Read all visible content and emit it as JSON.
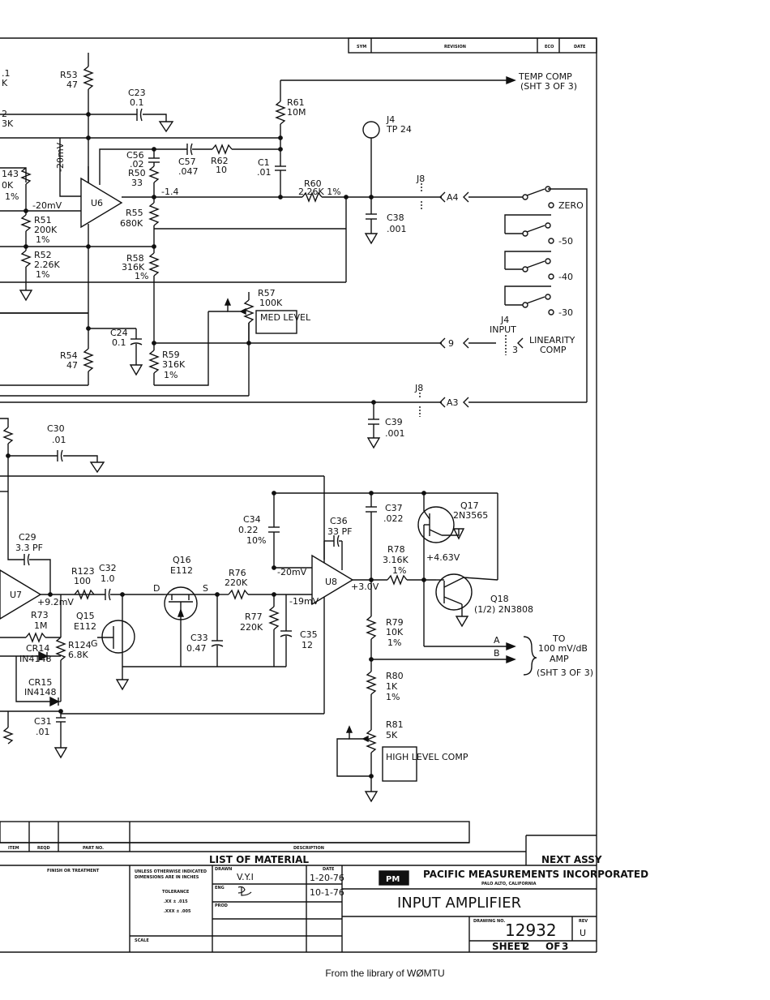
{
  "revision_block": {
    "col_sym": "SYM",
    "col_revision": "REVISION",
    "col_eco": "ECO",
    "col_date": "DATE"
  },
  "components": {
    "r53": {
      "ref": "R53",
      "value": "47"
    },
    "c23": {
      "ref": "C23",
      "value": "0.1"
    },
    "r61": {
      "ref": "R61",
      "value": "10M"
    },
    "j4_tp": {
      "ref": "J4",
      "value": "TP 24"
    },
    "c56": {
      "ref": "C56",
      "value": ".02"
    },
    "r50": {
      "ref": "R50",
      "value": "33"
    },
    "c57": {
      "ref": "C57",
      "value": ".047"
    },
    "r62": {
      "ref": "R62",
      "value": "10"
    },
    "c1": {
      "ref": "C1",
      "value": ".01"
    },
    "r60": {
      "ref": "R60",
      "value": "2.26K 1%"
    },
    "c38": {
      "ref": "C38",
      "value": ".001"
    },
    "u6": {
      "ref": "U6"
    },
    "r55": {
      "ref": "R55",
      "value": "680K"
    },
    "r51": {
      "ref": "R51",
      "value": "200K",
      "tol": "1%"
    },
    "r52": {
      "ref": "R52",
      "value": "2.26K",
      "tol": "1%"
    },
    "r58": {
      "ref": "R58",
      "value": "316K",
      "tol": "1%"
    },
    "r57": {
      "ref": "R57",
      "value": "100K"
    },
    "c24": {
      "ref": "C24",
      "value": "0.1"
    },
    "r54": {
      "ref": "R54",
      "value": "47"
    },
    "r59": {
      "ref": "R59",
      "value": "316K",
      "tol": "1%"
    },
    "c39": {
      "ref": "C39",
      "value": ".001"
    },
    "c30": {
      "ref": "C30",
      "value": ".01"
    },
    "c34": {
      "ref": "C34",
      "value": "0.22",
      "tol": "10%"
    },
    "c36": {
      "ref": "C36",
      "value": "33 PF"
    },
    "c37": {
      "ref": "C37",
      "value": ".022"
    },
    "q17": {
      "ref": "Q17",
      "value": "2N3565"
    },
    "c29": {
      "ref": "C29",
      "value": "3.3 PF"
    },
    "r123": {
      "ref": "R123",
      "value": "100"
    },
    "c32": {
      "ref": "C32",
      "value": "1.0"
    },
    "q16": {
      "ref": "Q16",
      "value": "E112"
    },
    "r76": {
      "ref": "R76",
      "value": "220K"
    },
    "r77": {
      "ref": "R77",
      "value": "220K"
    },
    "c35": {
      "ref": "C35",
      "value": "12"
    },
    "u8": {
      "ref": "U8"
    },
    "r78": {
      "ref": "R78",
      "value": "3.16K",
      "tol": "1%"
    },
    "q18": {
      "ref": "Q18",
      "value": "(1/2) 2N3808"
    },
    "u7": {
      "ref": "U7"
    },
    "r73": {
      "ref": "R73",
      "value": "1M"
    },
    "q15": {
      "ref": "Q15",
      "value": "E112"
    },
    "cr14": {
      "ref": "CR14",
      "value": "IN4148"
    },
    "r124": {
      "ref": "R124",
      "value": "6.8K"
    },
    "cr15": {
      "ref": "CR15",
      "value": "IN4148"
    },
    "c33": {
      "ref": "C33",
      "value": "0.47"
    },
    "r79": {
      "ref": "R79",
      "value": "10K",
      "tol": "1%"
    },
    "r80": {
      "ref": "R80",
      "value": "1K",
      "tol": "1%"
    },
    "r81": {
      "ref": "R81",
      "value": "5K"
    },
    "c31": {
      "ref": "C31",
      "value": ".01"
    }
  },
  "labels": {
    "temp_comp": "TEMP COMP",
    "temp_comp_sheet": "(SHT 3 OF 3)",
    "med_level": "MED LEVEL",
    "high_level": "HIGH LEVEL COMP",
    "j4_input_ref": "J4",
    "j4_input": "INPUT",
    "linearity": "LINEARITY",
    "linearity2": "COMP",
    "j8_a": "J8",
    "j8_b": "J8",
    "a4": "A4",
    "a3": "A3",
    "nine": "9",
    "pin3": "3",
    "zero": "ZERO",
    "m50": "-50",
    "m40": "-40",
    "m30": "-30",
    "to": "TO",
    "to_amp": "100 mV/dB",
    "amp": "AMP",
    "to_sheet": "(SHT 3 OF 3)",
    "line_a": "A",
    "line_b": "B",
    "d": "D",
    "s": "S",
    "g": "G"
  },
  "voltages": {
    "v1": "-20mV",
    "v2": "-20mV",
    "v3": "-1.4",
    "v4": "-20mV",
    "v5": "-19mV",
    "v6": "+3.0V",
    "v7": "+4.63V",
    "v8": "+9.2mV"
  },
  "left_edge": {
    "t1": ".1",
    "t2": "K",
    "t3": "2",
    "t4": "3K",
    "t5": "143",
    "t6": "0K",
    "t7": "1%"
  },
  "title_block": {
    "col_item": "ITEM",
    "col_reqd": "REQD",
    "col_part": "PART NO.",
    "col_desc": "DESCRIPTION",
    "list_of_material": "LIST OF MATERIAL",
    "next_assy": "NEXT ASSY",
    "finish": "FINISH OR TREATMENT",
    "unless_1": "UNLESS OTHERWISE INDICATED",
    "unless_2": "DIMENSIONS ARE IN INCHES",
    "tolerance": "TOLERANCE",
    "tol_1": ".XX ± .015",
    "tol_2": ".XXX ± .005",
    "scale": "SCALE",
    "drawn": "DRAWN",
    "drawn_by": "V.Y.I",
    "date_hdr": "DATE",
    "drawn_date": "1-20-76",
    "eng": "ENG",
    "eng_date": "10-1-76",
    "prod": "PROD",
    "logo": "PM",
    "company": "PACIFIC MEASUREMENTS INCORPORATED",
    "city": "PALO ALTO, CALIFORNIA",
    "title": "INPUT AMPLIFIER",
    "drawing_no_hdr": "DRAWING NO.",
    "drawing_no": "12932",
    "rev_hdr": "REV",
    "rev": "U",
    "sheet_word": "SHEET",
    "sheet_no": "2",
    "sheet_of": "OF",
    "sheet_total": "3"
  },
  "footer": "From the library of WØMTU"
}
